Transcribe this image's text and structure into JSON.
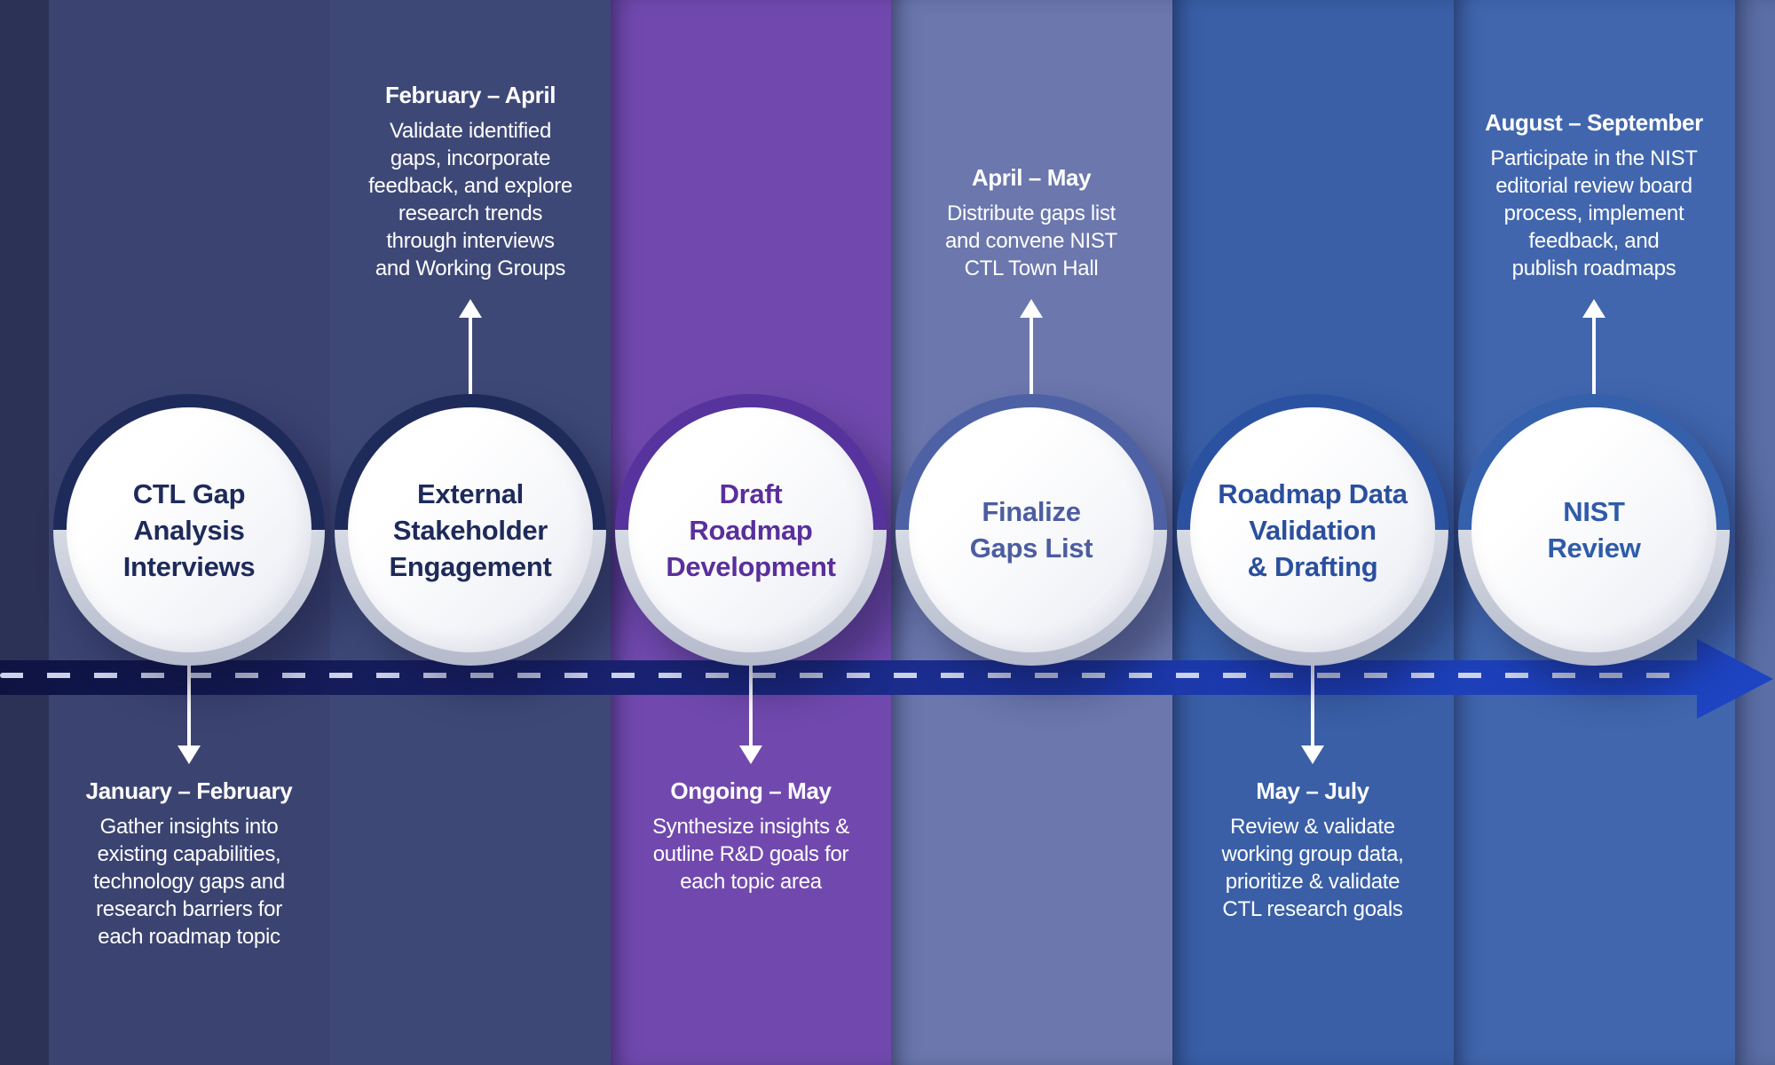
{
  "background": {
    "left_strip_color": "#2c3156",
    "right_strip_color": "#5b6fa6"
  },
  "timeline": {
    "dash_color": "#ccd2e8",
    "arrow_start_color": "#0e1342",
    "arrow_end_color": "#1e44c2",
    "connector_color": "#ffffff"
  },
  "milestones": [
    {
      "id": "ctl-gap-analysis-interviews",
      "title": "CTL Gap\nAnalysis\nInterviews",
      "date_range": "January – February",
      "description": "Gather insights into\nexisting capabilities,\ntechnology gaps and\nresearch barriers for\neach roadmap topic",
      "text_position": "below",
      "band_color": "#3b4371",
      "ring_color": "#1e2a5a",
      "title_color": "#1e2a5a"
    },
    {
      "id": "external-stakeholder-engagement",
      "title": "External\nStakeholder\nEngagement",
      "date_range": "February – April",
      "description": "Validate identified\ngaps, incorporate\nfeedback, and explore\nresearch trends\nthrough interviews\nand Working Groups",
      "text_position": "above",
      "band_color": "#3e4877",
      "ring_color": "#1e2a5a",
      "title_color": "#1e2a5a"
    },
    {
      "id": "draft-roadmap-development",
      "title": "Draft\nRoadmap\nDevelopment",
      "date_range": "Ongoing – May",
      "description": "Synthesize insights &\noutline R&D goals for\neach topic area",
      "text_position": "below",
      "band_color": "#7149ae",
      "ring_color": "#56339d",
      "title_color": "#5a2f9b"
    },
    {
      "id": "finalize-gaps-list",
      "title": "Finalize\nGaps List",
      "date_range": "April – May",
      "description": "Distribute gaps list\nand convene NIST\nCTL Town Hall",
      "text_position": "above",
      "band_color": "#6b77ad",
      "ring_color": "#4d61a4",
      "title_color": "#4c5da1"
    },
    {
      "id": "roadmap-data-validation-drafting",
      "title": "Roadmap Data\nValidation\n& Drafting",
      "date_range": "May – July",
      "description": "Review & validate\nworking group data,\nprioritize & validate\nCTL research goals",
      "text_position": "below",
      "band_color": "#3a5fa7",
      "ring_color": "#2b52a0",
      "title_color": "#2b4f9e"
    },
    {
      "id": "nist-review",
      "title": "NIST\nReview",
      "date_range": "August – September",
      "description": "Participate in the NIST\neditorial review board\nprocess, implement\nfeedback, and\npublish roadmaps",
      "text_position": "above",
      "band_color": "#4166ae",
      "ring_color": "#3560ab",
      "title_color": "#2f5ba8"
    }
  ]
}
